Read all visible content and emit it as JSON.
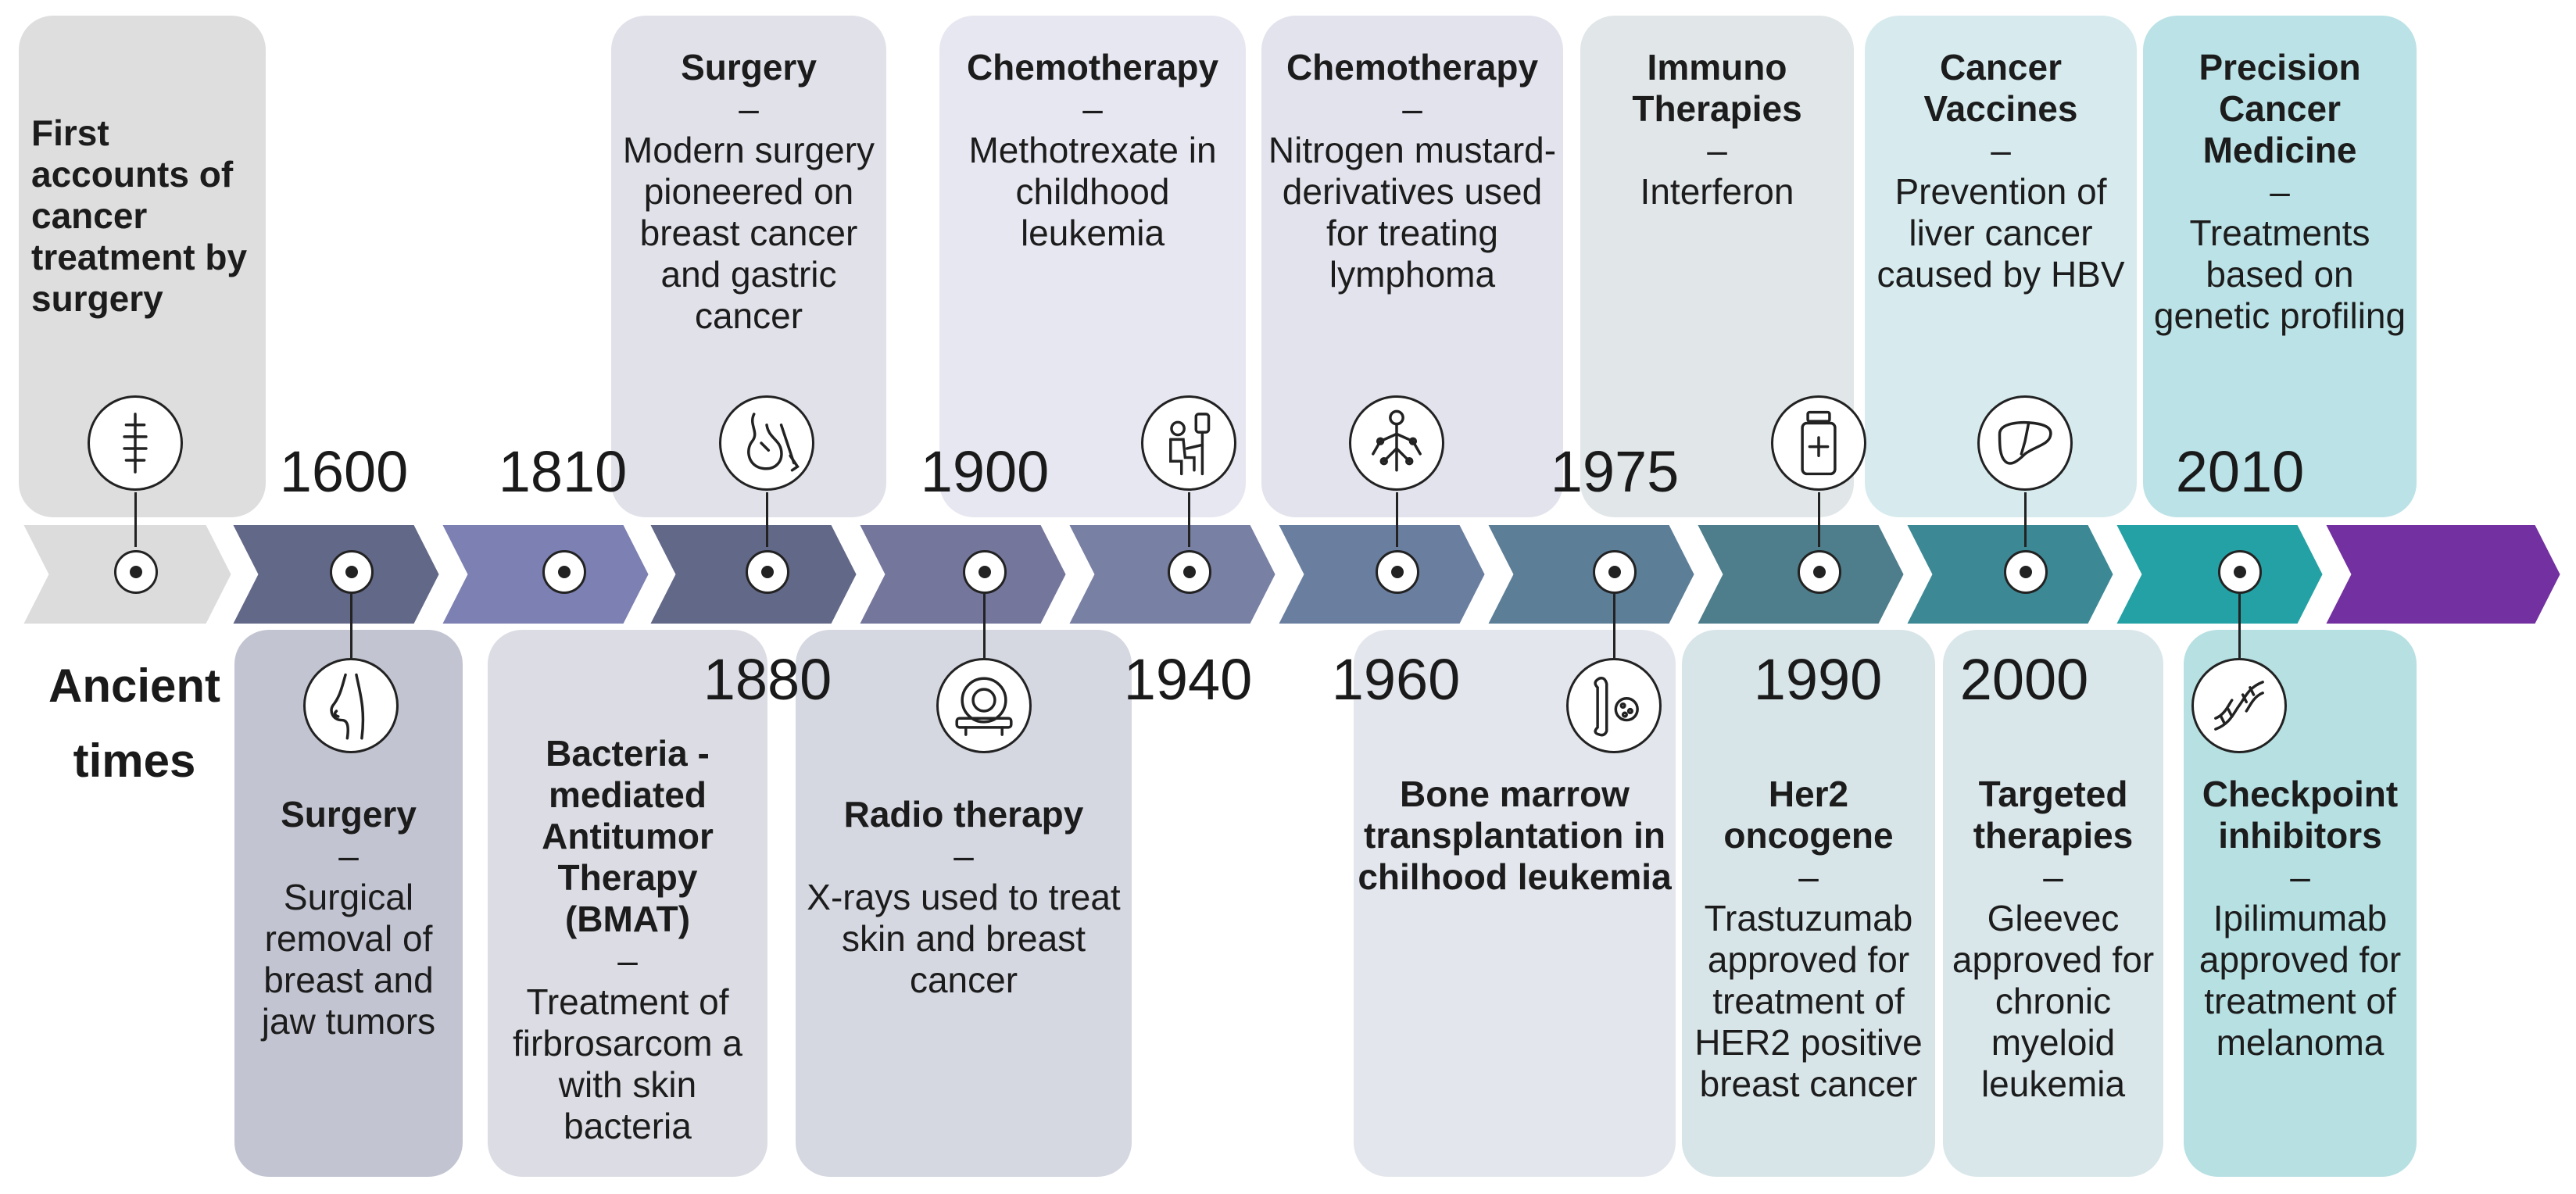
{
  "colors": {
    "band": [
      "#dcdcdc",
      "#626887",
      "#7c80b2",
      "#626887",
      "#74779b",
      "#7880a4",
      "#6a7fa0",
      "#5d7e97",
      "#4e7d8c",
      "#3c8995",
      "#23a1a4",
      "#7230a0"
    ],
    "card_top": [
      "#dedede",
      "#e1e1ea",
      "#e7e7f1",
      "#e2e3ec",
      "#e1e6e8",
      "#d7ebef",
      "#bbe2e6"
    ],
    "card_bottom": [
      "#c2c5d1",
      "#dcdde4",
      "#d5d7e1",
      "#e3e6ec",
      "#d8e5e8",
      "#d9e7ea",
      "#b7e0e3"
    ]
  },
  "top_events": [
    {
      "title": "First accounts of cancer treatment by surgery",
      "body": "",
      "icon": "suture-icon"
    },
    {
      "title": "Surgery",
      "body": "Modern surgery pioneered on breast cancer and gastric cancer",
      "icon": "stomach-surgery-icon"
    },
    {
      "title": "Chemotherapy",
      "body": "Methotrexate in childhood leukemia",
      "icon": "iv-drip-patient-icon"
    },
    {
      "title": "Chemotherapy",
      "body": "Nitrogen mustard-derivatives used for treating lymphoma",
      "icon": "lymph-nodes-icon"
    },
    {
      "title": "Immuno Therapies",
      "body": "Interferon",
      "icon": "medicine-bottle-icon"
    },
    {
      "title": "Cancer Vaccines",
      "body": "Prevention of liver cancer caused by HBV",
      "icon": "liver-icon"
    },
    {
      "title": "Precision Cancer Medicine",
      "body": "Treatments based on genetic profiling",
      "icon": ""
    }
  ],
  "bottom_events": [
    {
      "title": "Surgery",
      "body": "Surgical removal of breast and jaw tumors",
      "icon": "breast-profile-icon"
    },
    {
      "title": "Bacteria - mediated Antitumor Therapy (BMAT)",
      "body": "Treatment of firbrosarcom a with skin bacteria",
      "icon": ""
    },
    {
      "title": "Radio therapy",
      "body": "X-rays used to treat skin and breast cancer",
      "icon": "ct-scanner-icon"
    },
    {
      "title": "Bone marrow transplantation in chilhood leukemia",
      "body": "",
      "icon": "bone-marrow-icon"
    },
    {
      "title": "Her2 oncogene",
      "body": "Trastuzumab approved for treatment of HER2 positive breast cancer",
      "icon": ""
    },
    {
      "title": "Targeted therapies",
      "body": "Gleevec approved for chronic myeloid leukemia",
      "icon": ""
    },
    {
      "title": "Checkpoint inhibitors",
      "body": "Ipilimumab approved for treatment of melanoma",
      "icon": "dna-icon"
    }
  ],
  "years": {
    "ancient": "Ancient times",
    "y1600": "1600",
    "y1810": "1810",
    "y1880": "1880",
    "y1900": "1900",
    "y1940": "1940",
    "y1960": "1960",
    "y1975": "1975",
    "y1990": "1990",
    "y2000": "2000",
    "y2010": "2010"
  },
  "dash": "–"
}
